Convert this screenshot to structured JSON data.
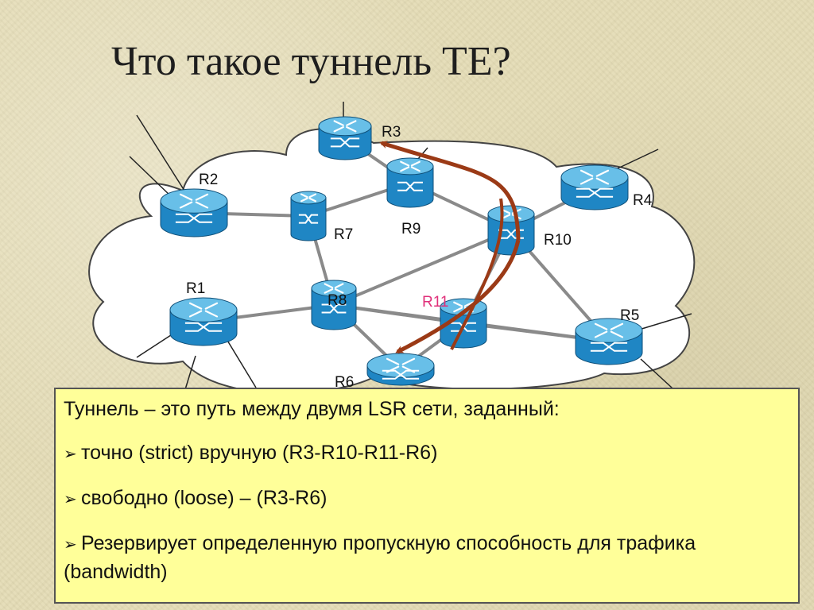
{
  "title": "Что такое туннель TE?",
  "diagram": {
    "routers": [
      {
        "id": "R1",
        "label": "R1"
      },
      {
        "id": "R2",
        "label": "R2"
      },
      {
        "id": "R3",
        "label": "R3"
      },
      {
        "id": "R4",
        "label": "R4"
      },
      {
        "id": "R5",
        "label": "R5"
      },
      {
        "id": "R6",
        "label": "R6"
      },
      {
        "id": "R7",
        "label": "R7"
      },
      {
        "id": "R8",
        "label": "R8"
      },
      {
        "id": "R9",
        "label": "R9"
      },
      {
        "id": "R10",
        "label": "R10"
      },
      {
        "id": "R11",
        "label": "R11"
      }
    ],
    "links": [
      [
        "R2",
        "R7"
      ],
      [
        "R7",
        "R9"
      ],
      [
        "R7",
        "R8"
      ],
      [
        "R3",
        "R9"
      ],
      [
        "R9",
        "R10"
      ],
      [
        "R4",
        "R10"
      ],
      [
        "R10",
        "R8"
      ],
      [
        "R10",
        "R11"
      ],
      [
        "R10",
        "R5"
      ],
      [
        "R1",
        "R8"
      ],
      [
        "R8",
        "R11"
      ],
      [
        "R8",
        "R6"
      ],
      [
        "R11",
        "R6"
      ],
      [
        "R11",
        "R5"
      ],
      [
        "R8",
        "R5"
      ]
    ],
    "tunnel_path": [
      "R3",
      "R10",
      "R11",
      "R6"
    ],
    "highlighted_router": "R11",
    "colors": {
      "cloud": "#ffffff",
      "router_body": "#1f86c4",
      "router_top": "#68bfe8",
      "link": "#8a8a8a",
      "tunnel_arrow": "#9b3a16",
      "highlight_label": "#e0307a",
      "info_box": "#ffff99"
    }
  },
  "info": {
    "intro": "Туннель – это путь между двумя LSR сети, заданный:",
    "bullets": [
      "точно (strict) вручную  (R3-R10-R11-R6)",
      "свободно (loose) – (R3-R6)",
      "Резервирует определенную пропускную способность для трафика (bandwidth)"
    ],
    "bullet_icon": "arrow-bullet-icon"
  }
}
